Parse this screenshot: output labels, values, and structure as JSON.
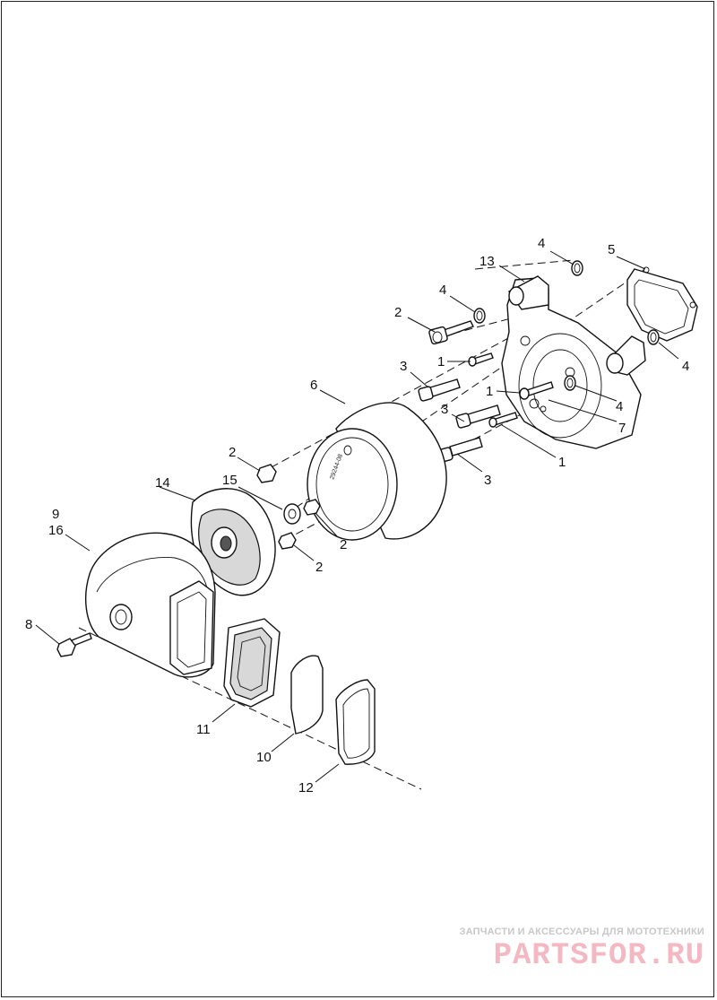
{
  "callouts": [
    {
      "id": "c1a",
      "text": "1"
    },
    {
      "id": "c1b",
      "text": "1"
    },
    {
      "id": "c1c",
      "text": "1"
    },
    {
      "id": "c2a",
      "text": "2"
    },
    {
      "id": "c2b",
      "text": "2"
    },
    {
      "id": "c2c",
      "text": "2"
    },
    {
      "id": "c2d",
      "text": "2"
    },
    {
      "id": "c3a",
      "text": "3"
    },
    {
      "id": "c3b",
      "text": "3"
    },
    {
      "id": "c3c",
      "text": "3"
    },
    {
      "id": "c4a",
      "text": "4"
    },
    {
      "id": "c4b",
      "text": "4"
    },
    {
      "id": "c4c",
      "text": "4"
    },
    {
      "id": "c4d",
      "text": "4"
    },
    {
      "id": "c5",
      "text": "5"
    },
    {
      "id": "c6",
      "text": "6"
    },
    {
      "id": "c7",
      "text": "7"
    },
    {
      "id": "c8",
      "text": "8"
    },
    {
      "id": "c9",
      "text": "9"
    },
    {
      "id": "c16",
      "text": "16"
    },
    {
      "id": "c10",
      "text": "10"
    },
    {
      "id": "c11",
      "text": "11"
    },
    {
      "id": "c12",
      "text": "12"
    },
    {
      "id": "c13",
      "text": "13"
    },
    {
      "id": "c14",
      "text": "14"
    },
    {
      "id": "c15",
      "text": "15"
    }
  ],
  "watermark": {
    "tagline": "ЗАПЧАСТИ И АКСЕССУАРЫ ДЛЯ МОТОТЕХНИКИ",
    "brand": "PARTSFOR.RU",
    "color": "#f3b8c2"
  }
}
